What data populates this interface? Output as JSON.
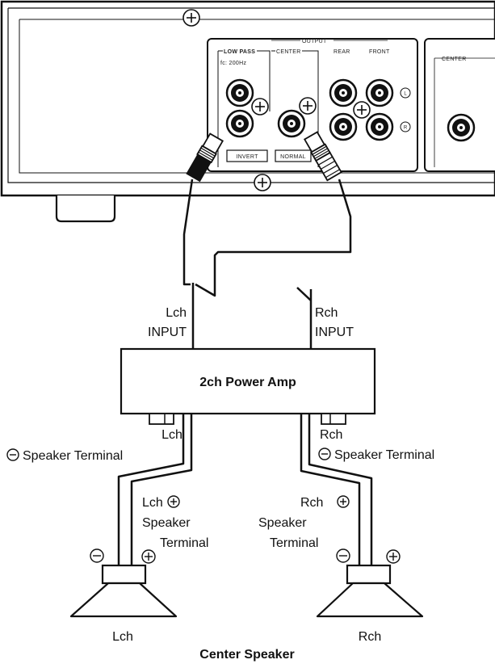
{
  "panel": {
    "output": "OUTPUT",
    "low_pass": "LOW PASS",
    "fc": "fc: 200Hz",
    "center": "CENTER",
    "rear": "REAR",
    "front": "FRONT",
    "l_mark": "L",
    "r_mark": "R",
    "invert": "INVERT",
    "normal": "NORMAL",
    "center_right": "CENTER"
  },
  "amp": {
    "label": "2ch Power Amp",
    "lch_input_1": "Lch",
    "lch_input_2": "INPUT",
    "rch_input_1": "Rch",
    "rch_input_2": "INPUT",
    "lch_term": "Lch",
    "rch_term": "Rch"
  },
  "labels": {
    "minus_left": "Speaker Terminal",
    "minus_right": "Speaker Terminal",
    "lch_plus_1": "Lch",
    "lch_plus_2": "Speaker",
    "lch_plus_3": "Terminal",
    "rch_plus_1": "Rch",
    "rch_plus_2": "Speaker",
    "rch_plus_3": "Terminal",
    "spk_l": "Lch",
    "spk_r": "Rch",
    "title": "Center Speaker"
  }
}
